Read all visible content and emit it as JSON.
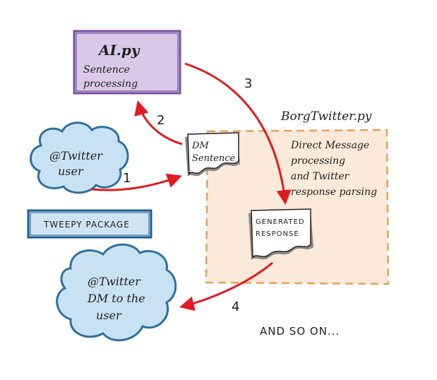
{
  "ai_box": {
    "title": "AI.py",
    "line1": "Sentence",
    "line2": "processing"
  },
  "borg_box": {
    "title": "BorgTwitter.py",
    "lines": [
      "Direct Message",
      "processing",
      "and Twitter",
      "response parsing"
    ]
  },
  "twitter_user": {
    "line1": "@Twitter",
    "line2": "user"
  },
  "dm_sentence": {
    "line1": "DM",
    "line2": "Sentence"
  },
  "generated_response": {
    "line1": "GENERATED",
    "line2": "RESPONSE"
  },
  "tweepy": {
    "label": "TWEEPY PACKAGE"
  },
  "twitter_dm": {
    "line1": "@Twitter",
    "line2": "DM to the",
    "line3": "user"
  },
  "arrows": {
    "one": "1",
    "two": "2",
    "three": "3",
    "four": "4"
  },
  "footer": {
    "text": "AND SO ON..."
  },
  "colors": {
    "arrow": "#e01b24",
    "ai_fill": "#d9c8e8",
    "ai_border": "#7a4fa0",
    "borg_fill": "#fbe9d9",
    "borg_border": "#e0a45a",
    "cloud_fill": "#c9e2f3",
    "cloud_border": "#2f6fa0",
    "tweepy_fill": "#cfe3f2",
    "tweepy_border": "#1c5d8f",
    "note_shadow": "#8a8a8a"
  }
}
